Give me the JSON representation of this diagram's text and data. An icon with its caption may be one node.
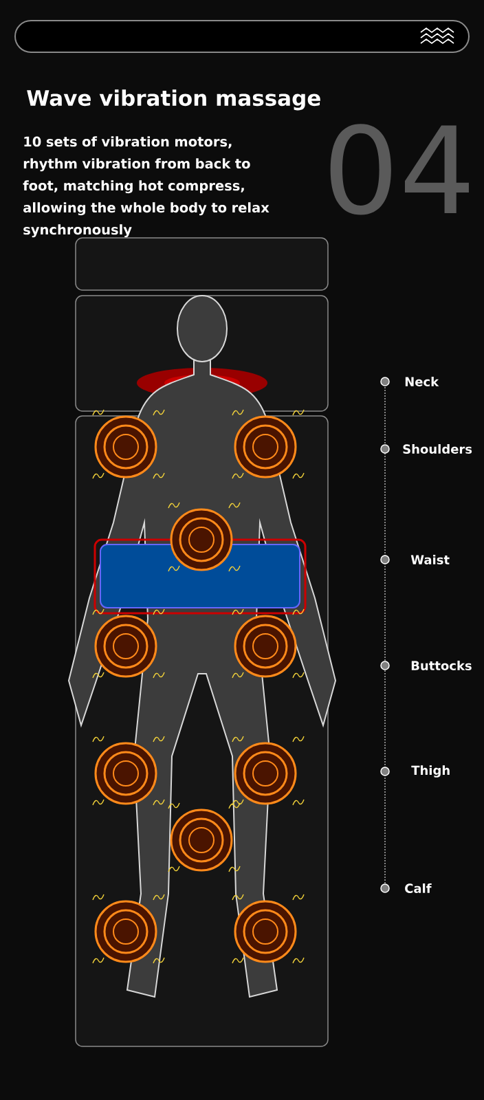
{
  "diagram": {
    "title": "Wave vibration massage",
    "labels": [
      "10 sets of vibration motors, rhythm vibration from back to foot, matching hot compress, allowing the whole body to relax synchronously",
      "04",
      "Neck",
      "Shoulders",
      "Waist",
      "Buttocks",
      "Thigh",
      "Calf"
    ]
  }
}
